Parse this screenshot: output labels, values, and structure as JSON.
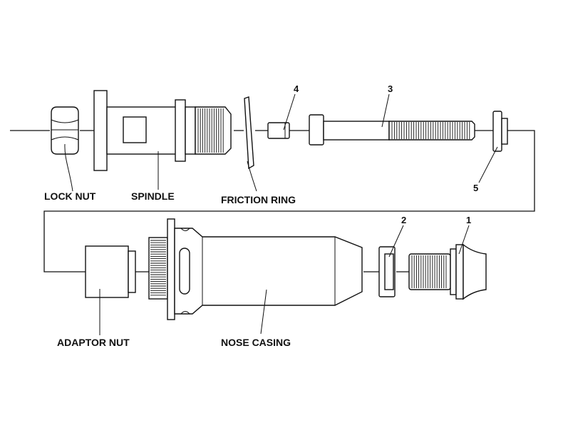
{
  "labels": {
    "lock_nut": "LOCK NUT",
    "spindle": "SPINDLE",
    "friction_ring": "FRICTION RING",
    "adaptor_nut": "ADAPTOR NUT",
    "nose_casing": "NOSE CASING"
  },
  "callouts": {
    "c1": "1",
    "c2": "2",
    "c3": "3",
    "c4": "4",
    "c5": "5"
  }
}
